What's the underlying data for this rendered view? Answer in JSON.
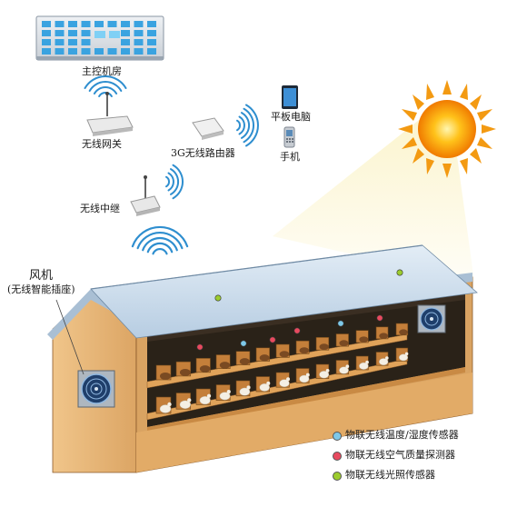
{
  "labels": {
    "control_room": "主控机房",
    "gateway": "无线网关",
    "router": "3G无线路由器",
    "tablet": "平板电脑",
    "phone": "手机",
    "repeater": "无线中继",
    "fan": "风机",
    "fan_sub": "(无线智能插座)"
  },
  "legend": [
    {
      "text": "物联无线温度/湿度传感器",
      "color": "#7ec8e8"
    },
    {
      "text": "物联无线空气质量探测器",
      "color": "#e84a5f"
    },
    {
      "text": "物联无线光照传感器",
      "color": "#9ccc2e"
    }
  ],
  "colors": {
    "roof": "#c9dcec",
    "wall": "#e9b978",
    "wall_dark": "#c98a44",
    "interior": "#2a2218",
    "signal": "#2e8ecf",
    "sun": "#f39a12"
  }
}
